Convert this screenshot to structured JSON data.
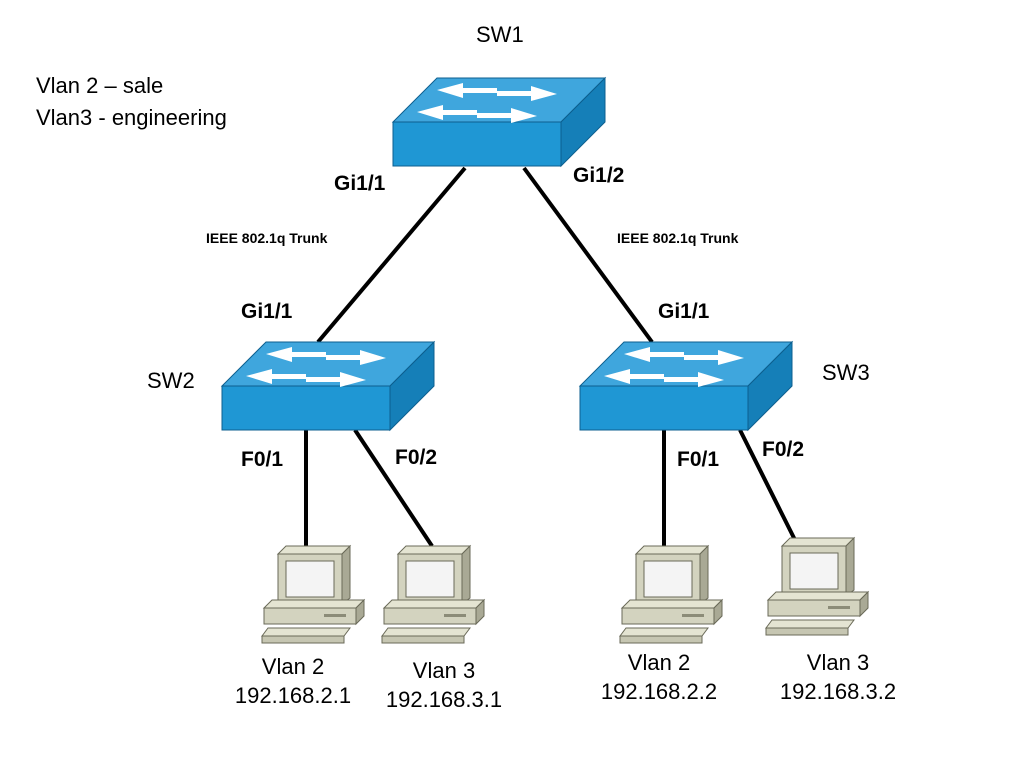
{
  "legend": {
    "lines": [
      "Vlan 2 – sale",
      "Vlan3 - engineering"
    ]
  },
  "switches": {
    "sw1": {
      "name": "SW1"
    },
    "sw2": {
      "name": "SW2"
    },
    "sw3": {
      "name": "SW3"
    }
  },
  "ports": {
    "sw1_left": "Gi1/1",
    "sw1_right": "Gi1/2",
    "sw2_uplink": "Gi1/1",
    "sw3_uplink": "Gi1/1",
    "sw2_f01": "F0/1",
    "sw2_f02": "F0/2",
    "sw3_f01": "F0/1",
    "sw3_f02": "F0/2"
  },
  "links": {
    "left_trunk": "IEEE 802.1q Trunk",
    "right_trunk": "IEEE 802.1q Trunk"
  },
  "hosts": [
    {
      "vlan": "Vlan 2",
      "ip": "192.168.2.1"
    },
    {
      "vlan": "Vlan 3",
      "ip": "192.168.3.1"
    },
    {
      "vlan": "Vlan 2",
      "ip": "192.168.2.2"
    },
    {
      "vlan": "Vlan 3",
      "ip": "192.168.3.2"
    }
  ],
  "colors": {
    "switch_top": "#3fa6dd",
    "switch_front": "#1f97d4",
    "switch_side": "#157fb8",
    "arrow": "#ffffff",
    "pc_body": "#d3d3bf",
    "pc_dark": "#8c8c78",
    "link": "#000000"
  }
}
